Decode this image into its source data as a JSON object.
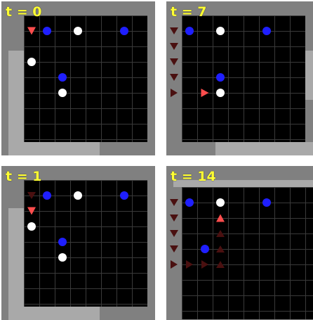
{
  "panels": [
    {
      "label": "t = 0",
      "tokens": [
        {
          "color": "blue",
          "col": 2,
          "row": 2
        },
        {
          "color": "white",
          "col": 4,
          "row": 2
        },
        {
          "color": "blue",
          "col": 7,
          "row": 2
        },
        {
          "color": "white",
          "col": 1,
          "row": 4
        },
        {
          "color": "blue",
          "col": 3,
          "row": 5
        },
        {
          "color": "white",
          "col": 3,
          "row": 6
        }
      ],
      "agent": {
        "col": 1,
        "row": 2,
        "dir": "down"
      },
      "trail": []
    },
    {
      "label": "t = 7",
      "tokens": [
        {
          "color": "blue",
          "col": 2,
          "row": 2
        },
        {
          "color": "white",
          "col": 4,
          "row": 2
        },
        {
          "color": "blue",
          "col": 7,
          "row": 2
        },
        {
          "color": "blue",
          "col": 4,
          "row": 5
        },
        {
          "color": "white",
          "col": 4,
          "row": 6
        }
      ],
      "agent": {
        "col": 3,
        "row": 6,
        "dir": "right"
      },
      "trail": [
        {
          "col": 1,
          "row": 2,
          "dir": "down"
        },
        {
          "col": 1,
          "row": 3,
          "dir": "down"
        },
        {
          "col": 1,
          "row": 4,
          "dir": "down"
        },
        {
          "col": 1,
          "row": 5,
          "dir": "down"
        },
        {
          "col": 1,
          "row": 6,
          "dir": "right"
        }
      ]
    },
    {
      "label": "t = 1",
      "tokens": [
        {
          "color": "blue",
          "col": 2,
          "row": 2
        },
        {
          "color": "white",
          "col": 4,
          "row": 2
        },
        {
          "color": "blue",
          "col": 7,
          "row": 2
        },
        {
          "color": "white",
          "col": 1,
          "row": 4
        },
        {
          "color": "blue",
          "col": 3,
          "row": 5
        },
        {
          "color": "white",
          "col": 3,
          "row": 6
        }
      ],
      "agent": {
        "col": 1,
        "row": 3,
        "dir": "down"
      },
      "trail": [
        {
          "col": 1,
          "row": 2,
          "dir": "down"
        }
      ]
    },
    {
      "label": "t = 14",
      "tokens": [
        {
          "color": "blue",
          "col": 2,
          "row": 2
        },
        {
          "color": "white",
          "col": 4,
          "row": 2
        },
        {
          "color": "blue",
          "col": 7,
          "row": 2
        },
        {
          "color": "blue",
          "col": 3,
          "row": 5
        }
      ],
      "agent": {
        "col": 4,
        "row": 3,
        "dir": "up"
      },
      "trail": [
        {
          "col": 1,
          "row": 2,
          "dir": "down"
        },
        {
          "col": 1,
          "row": 3,
          "dir": "down"
        },
        {
          "col": 1,
          "row": 4,
          "dir": "down"
        },
        {
          "col": 1,
          "row": 5,
          "dir": "down"
        },
        {
          "col": 1,
          "row": 6,
          "dir": "right"
        },
        {
          "col": 2,
          "row": 6,
          "dir": "right"
        },
        {
          "col": 3,
          "row": 6,
          "dir": "right"
        },
        {
          "col": 4,
          "row": 6,
          "dir": "up"
        },
        {
          "col": 4,
          "row": 5,
          "dir": "up"
        },
        {
          "col": 4,
          "row": 4,
          "dir": "up"
        }
      ]
    }
  ]
}
